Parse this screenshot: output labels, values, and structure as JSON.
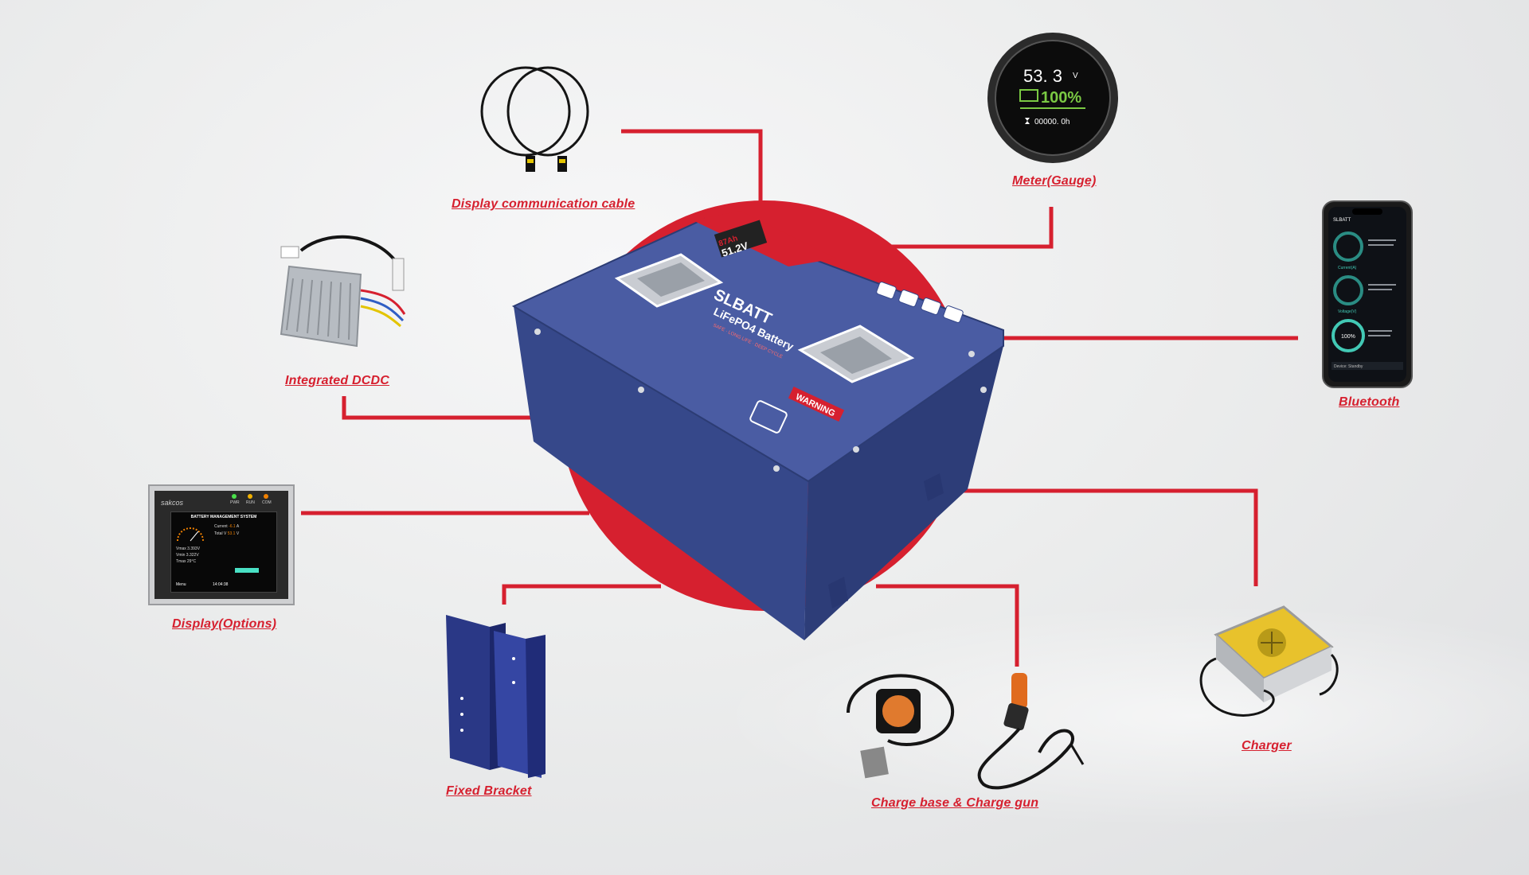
{
  "colors": {
    "accent_red": "#d6202f",
    "battery_blue": "#3c4d8f",
    "background": "#e8e9ea"
  },
  "battery": {
    "brand": "SLBATT",
    "product": "LiFePO4 Battery",
    "tagline": "SAFE · LONG LIFE · DEEP CYCLE",
    "capacity_tag": "87Ah",
    "voltage_tag": "51.2V",
    "warning": "WARNING"
  },
  "components": [
    {
      "id": "display-cable",
      "label": "Display communication cable",
      "icon": "cable-icon"
    },
    {
      "id": "meter",
      "label": "Meter(Gauge)",
      "icon": "gauge-icon"
    },
    {
      "id": "dcdc",
      "label": "Integrated DCDC",
      "icon": "dcdc-converter-icon"
    },
    {
      "id": "bluetooth",
      "label": "Bluetooth",
      "icon": "smartphone-icon"
    },
    {
      "id": "display",
      "label": "Display(Options)",
      "icon": "display-panel-icon"
    },
    {
      "id": "bracket",
      "label": "Fixed Bracket",
      "icon": "bracket-icon"
    },
    {
      "id": "charger",
      "label": "Charger",
      "icon": "charger-icon"
    },
    {
      "id": "charge-base",
      "label": "Charge base & Charge gun",
      "icon": "charge-gun-icon"
    }
  ],
  "gauge": {
    "voltage": "53. 3",
    "unit": "V",
    "soc": "100%",
    "hours": "00000. 0h"
  },
  "bms_display": {
    "brand": "sakcos",
    "title": "BATTERY MANAGEMENT SYSTEM",
    "indicators": [
      "PWR",
      "RUN",
      "COM"
    ],
    "rows": [
      {
        "label": "Current",
        "value": "-6.1",
        "unit": "A"
      },
      {
        "label": "Total V",
        "value": "53.1",
        "unit": "V"
      },
      {
        "label": "Vmax",
        "value": "3.393",
        "unit": "V"
      },
      {
        "label": "Vmin",
        "value": "3.322",
        "unit": "V"
      },
      {
        "label": "Tmax",
        "value": "29",
        "unit": "°C"
      }
    ],
    "menu": "Menu",
    "time": "14:04:38"
  },
  "phone": {
    "app_name": "SLBATT",
    "ring1": "Current(A)",
    "ring2": "Voltage(V)",
    "ring3": "100%",
    "footer": "Device: Standby"
  }
}
